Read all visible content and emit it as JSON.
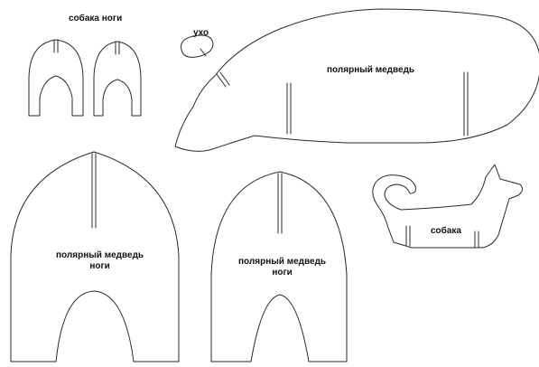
{
  "labels": {
    "dog_legs": "собака ноги",
    "ear": "ухо",
    "bear_body": "полярный медведь",
    "bear_legs_1_line1": "полярный медведь",
    "bear_legs_1_line2": "ноги",
    "bear_legs_2_line1": "полярный медведь",
    "bear_legs_2_line2": "ноги",
    "dog_body": "собака"
  }
}
